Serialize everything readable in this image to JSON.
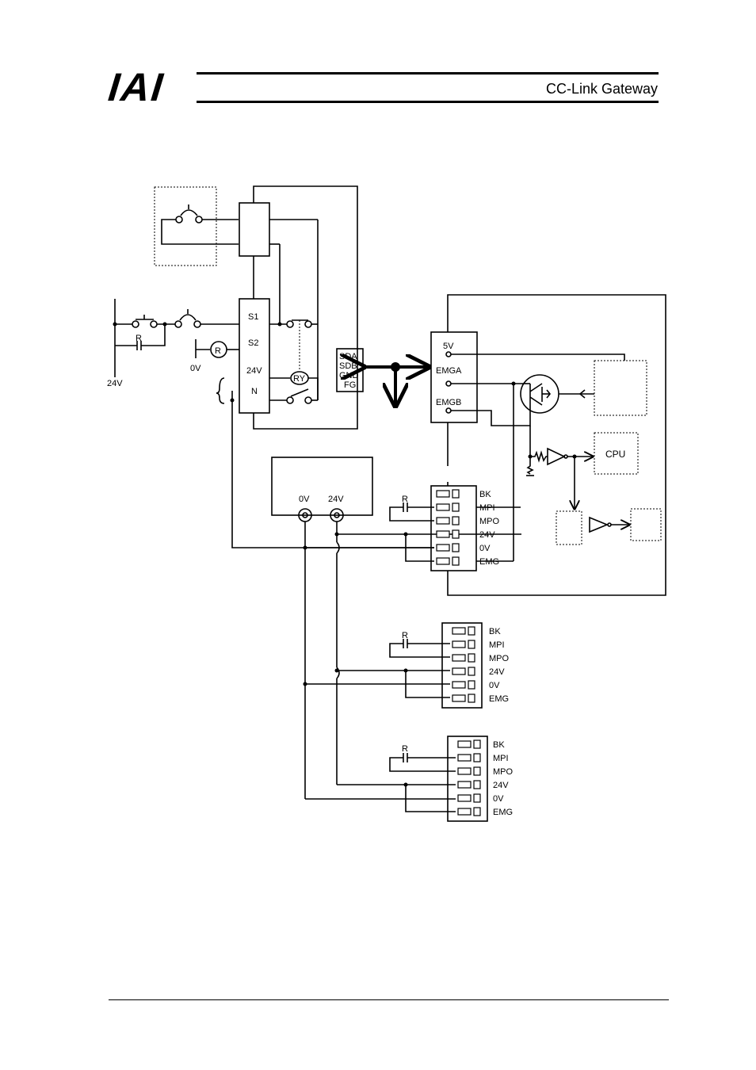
{
  "header": {
    "logo_text": "IAI",
    "title": "CC-Link Gateway"
  },
  "diagram": {
    "safety_terminals": [
      "S1",
      "S2",
      "24V",
      "N"
    ],
    "rs485_labels": [
      "SDA",
      "SDB",
      "GND",
      "FG"
    ],
    "supply_label": "24V",
    "zero_v_label": "0V",
    "r_label": "R",
    "relay_label": "RY",
    "lamp_label": "R",
    "controller_terminals": [
      "5V",
      "EMGA",
      "EMGB"
    ],
    "cpu_label": "CPU",
    "power_terminals": [
      "0V",
      "24V"
    ],
    "connector_pins": [
      "BK",
      "MPI",
      "MPO",
      "24V",
      "0V",
      "EMG"
    ]
  }
}
